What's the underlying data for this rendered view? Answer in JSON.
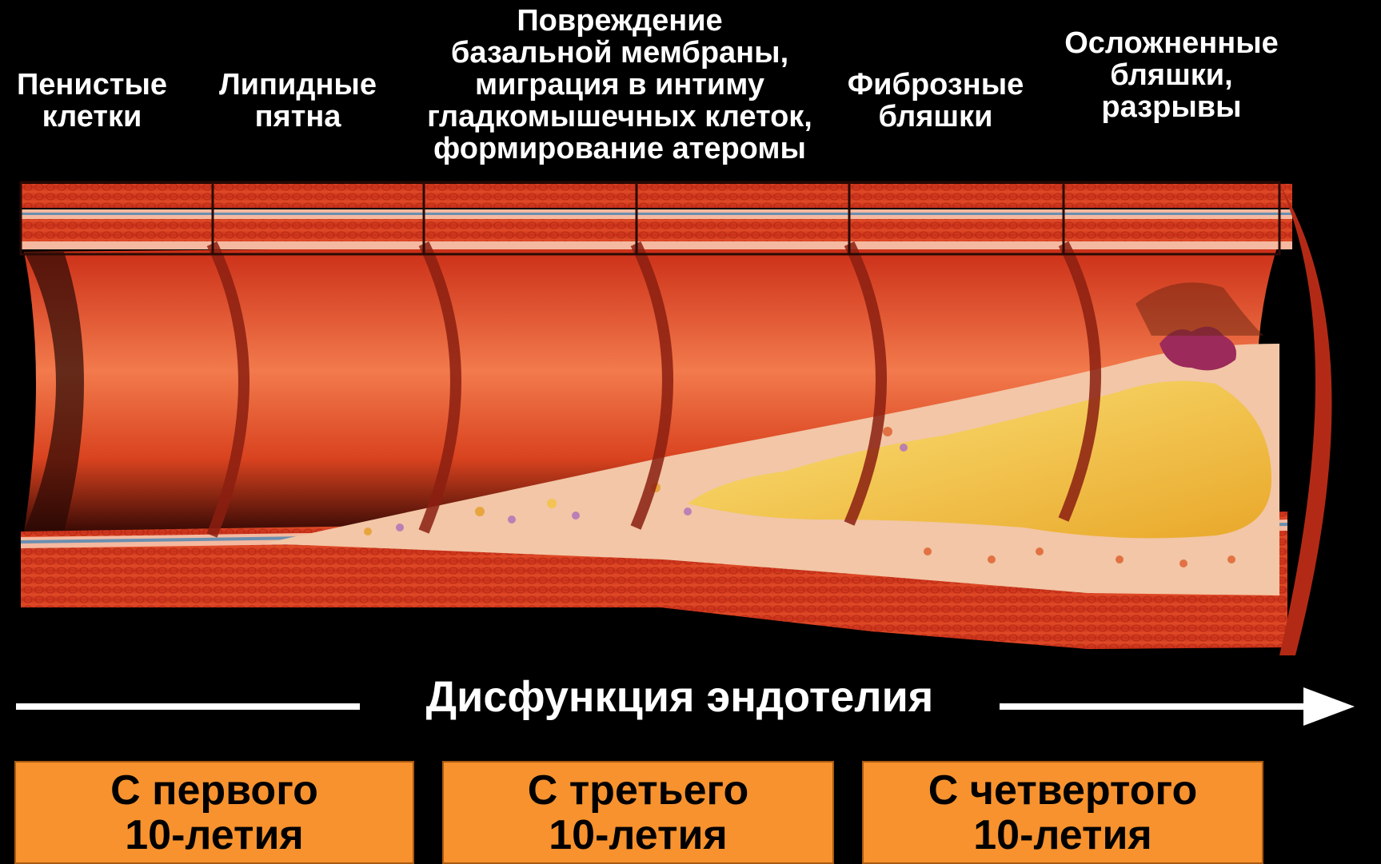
{
  "stages": [
    {
      "id": "foam-cells",
      "label": "Пенистые\nклетки"
    },
    {
      "id": "lipid-spots",
      "label": "Липидные\nпятна"
    },
    {
      "id": "membrane-damage",
      "label": "Повреждение\nбазальной мембраны,\nмиграция в интиму\nгладкомышечных клеток,\nформирование атеромы"
    },
    {
      "id": "fibrous-plaques",
      "label": "Фиброзные\nбляшки"
    },
    {
      "id": "complicated-plaques",
      "label": "Осложненные\nбляшки,\nразрывы"
    }
  ],
  "axis": {
    "caption": "Дисфункция эндотелия"
  },
  "decades": [
    {
      "label": "С первого\n10-летия"
    },
    {
      "label": "С третьего\n10-летия"
    },
    {
      "label": "С четвертого\n10-летия"
    }
  ],
  "colors": {
    "background": "#000000",
    "vessel_wall": "#d9361b",
    "lumen": "#e8603a",
    "plaque_core": "#f6cf45",
    "plaque_cap": "#f2c6a6",
    "thrombus": "#9c2a5a",
    "decade_box": "#f7922e"
  }
}
